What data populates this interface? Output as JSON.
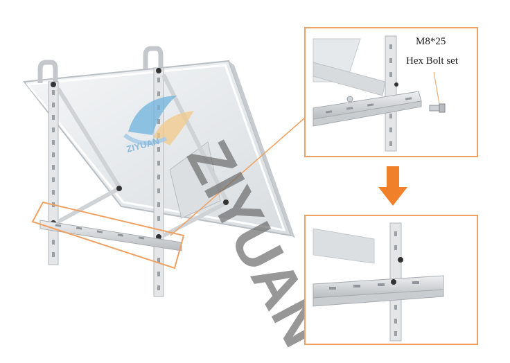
{
  "callout": {
    "line1": "M8*25",
    "line2": "Hex Bolt set"
  },
  "watermark": {
    "logo_text": "ZIYUAN",
    "large_text": "ZIYUAN"
  },
  "colors": {
    "highlight": "#f0a060",
    "arrow": "#f0812a",
    "panel": "#e9ecef",
    "metal": "#d5d8db"
  }
}
